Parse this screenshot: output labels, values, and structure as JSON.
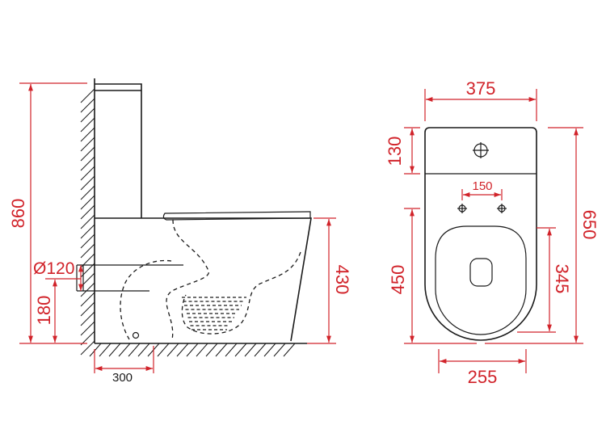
{
  "colors": {
    "dimension": "#d1232a",
    "outline": "#1a1a1a",
    "background": "#ffffff"
  },
  "side_view": {
    "total_height": "860",
    "outlet_diameter": "Ø120",
    "outlet_height": "180",
    "bowl_height": "430",
    "outlet_distance": "300"
  },
  "top_view": {
    "total_width": "375",
    "tank_depth": "130",
    "hole_spacing": "150",
    "total_length": "650",
    "bowl_length": "450",
    "seat_length": "345",
    "seat_width": "255"
  }
}
